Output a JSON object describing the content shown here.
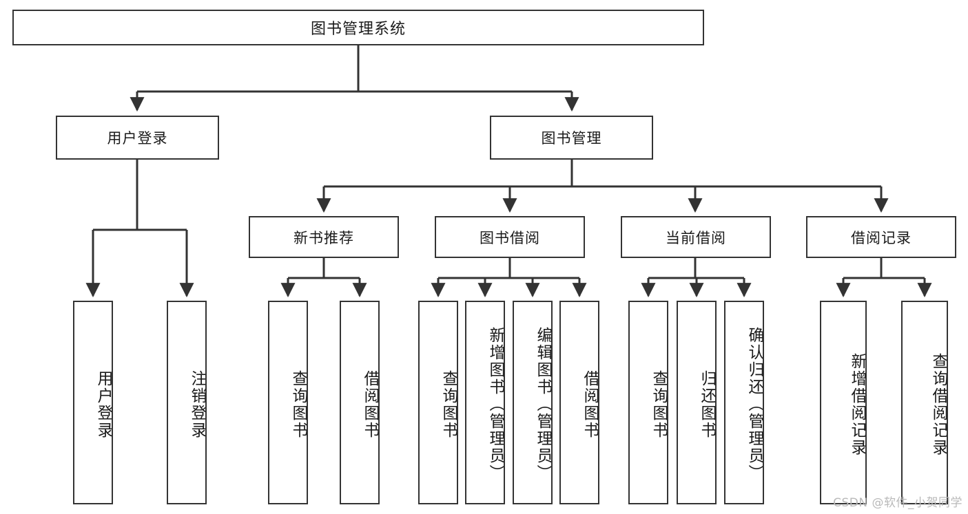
{
  "diagram": {
    "title": "图书管理系统",
    "type": "tree",
    "watermark": "CSDN @软件_小贺同学",
    "colors": {
      "box_border": "#333333",
      "box_fill": "#ffffff",
      "connector": "#333333",
      "text": "#1a1a1a",
      "watermark": "#b9b9b9",
      "background": "#ffffff"
    },
    "levels": {
      "root": "图书管理系统",
      "level2": [
        "用户登录",
        "图书管理"
      ],
      "level3": [
        "新书推荐",
        "图书借阅",
        "当前借阅",
        "借阅记录"
      ]
    },
    "nodes": {
      "root": {
        "label": "图书管理系统"
      },
      "user_login": {
        "label": "用户登录"
      },
      "book_manage": {
        "label": "图书管理"
      },
      "new_book_rec": {
        "label": "新书推荐"
      },
      "book_borrow": {
        "label": "图书借阅"
      },
      "current_borrow": {
        "label": "当前借阅"
      },
      "borrow_record": {
        "label": "借阅记录"
      },
      "leaf_user_login": {
        "label": "用户登录"
      },
      "leaf_user_logout": {
        "label": "注销登录"
      },
      "leaf_query_book_1": {
        "label": "查询图书"
      },
      "leaf_borrow_book_1": {
        "label": "借阅图书"
      },
      "leaf_query_book_2": {
        "label": "查询图书"
      },
      "leaf_add_book": {
        "label": "新增图书（管理员）"
      },
      "leaf_edit_book": {
        "label": "编辑图书（管理员）"
      },
      "leaf_borrow_book_2": {
        "label": "借阅图书"
      },
      "leaf_query_book_3": {
        "label": "查询图书"
      },
      "leaf_return_book": {
        "label": "归还图书"
      },
      "leaf_confirm_return": {
        "label": "确认归还（管理员）"
      },
      "leaf_add_record": {
        "label": "新增借阅记录"
      },
      "leaf_query_record": {
        "label": "查询借阅记录"
      }
    },
    "edges": [
      {
        "from": "root",
        "to": "user_login"
      },
      {
        "from": "root",
        "to": "book_manage"
      },
      {
        "from": "user_login",
        "to": "leaf_user_login"
      },
      {
        "from": "user_login",
        "to": "leaf_user_logout"
      },
      {
        "from": "book_manage",
        "to": "new_book_rec"
      },
      {
        "from": "book_manage",
        "to": "book_borrow"
      },
      {
        "from": "book_manage",
        "to": "current_borrow"
      },
      {
        "from": "book_manage",
        "to": "borrow_record"
      },
      {
        "from": "new_book_rec",
        "to": "leaf_query_book_1"
      },
      {
        "from": "new_book_rec",
        "to": "leaf_borrow_book_1"
      },
      {
        "from": "book_borrow",
        "to": "leaf_query_book_2"
      },
      {
        "from": "book_borrow",
        "to": "leaf_add_book"
      },
      {
        "from": "book_borrow",
        "to": "leaf_edit_book"
      },
      {
        "from": "book_borrow",
        "to": "leaf_borrow_book_2"
      },
      {
        "from": "current_borrow",
        "to": "leaf_query_book_3"
      },
      {
        "from": "current_borrow",
        "to": "leaf_return_book"
      },
      {
        "from": "current_borrow",
        "to": "leaf_confirm_return"
      },
      {
        "from": "borrow_record",
        "to": "leaf_add_record"
      },
      {
        "from": "borrow_record",
        "to": "leaf_query_record"
      }
    ]
  }
}
